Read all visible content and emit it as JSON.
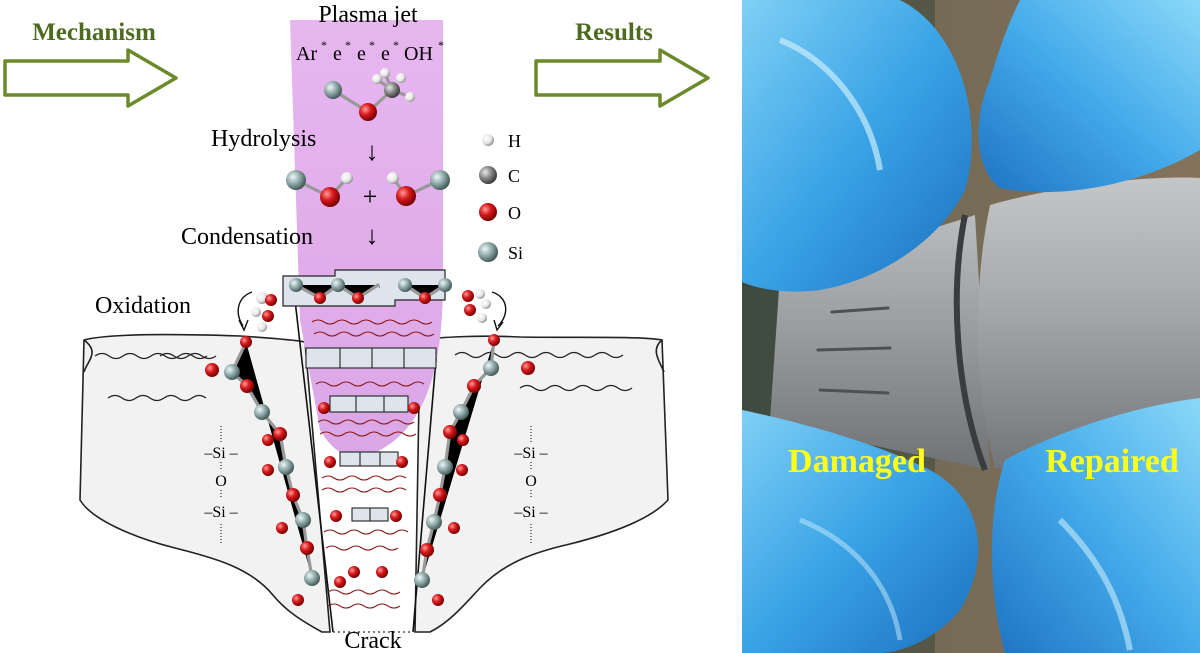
{
  "headers": {
    "left": "Mechanism",
    "right": "Results"
  },
  "plasma": {
    "title": "Plasma jet",
    "species": [
      "Ar",
      "e",
      "e",
      "e",
      "OH"
    ],
    "star": "*"
  },
  "steps": {
    "hydrolysis": "Hydrolysis",
    "condensation": "Condensation",
    "oxidation": "Oxidation",
    "arrow": "↓",
    "plus": "+"
  },
  "legend": [
    {
      "symbol": "H",
      "color": "#f2f2f2"
    },
    {
      "symbol": "C",
      "color": "#8a8a8a"
    },
    {
      "symbol": "O",
      "color": "#d7191c"
    },
    {
      "symbol": "Si",
      "color": "#8fa8a8"
    }
  ],
  "siloxane": {
    "si_top": "–Si –",
    "o": "O",
    "si_bot": "–Si –"
  },
  "crack_label": "Crack",
  "photo": {
    "damaged": "Damaged",
    "repaired": "Repaired"
  },
  "colors": {
    "plasma": "#e4b4ec",
    "arrow_green": "#6b8a2a",
    "atom_red": "#d7191c",
    "atom_si": "#8fa8a8",
    "label_yellow": "#ffff1a"
  }
}
